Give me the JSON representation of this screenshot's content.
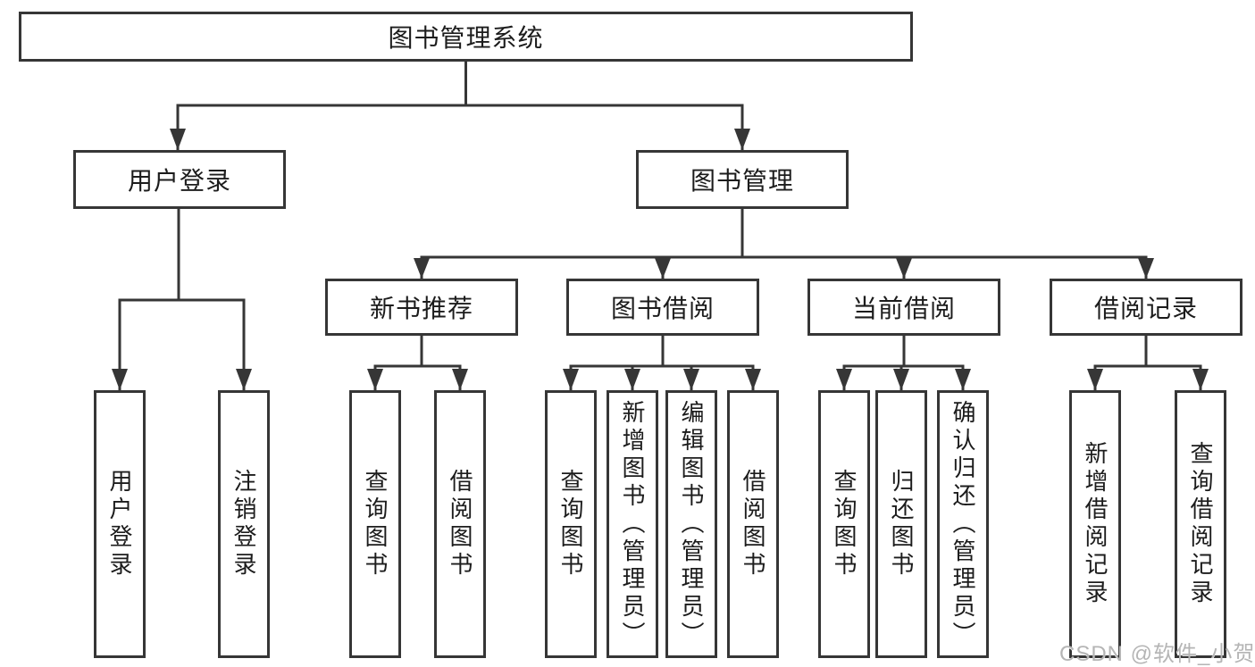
{
  "diagram": {
    "root": {
      "label": "图书管理系统"
    },
    "level2": [
      {
        "label": "用户登录"
      },
      {
        "label": "图书管理"
      }
    ],
    "level3": [
      {
        "label": "新书推荐"
      },
      {
        "label": "图书借阅"
      },
      {
        "label": "当前借阅"
      },
      {
        "label": "借阅记录"
      }
    ],
    "leaves": [
      {
        "label": "用户登录"
      },
      {
        "label": "注销登录"
      },
      {
        "label": "查询图书"
      },
      {
        "label": "借阅图书"
      },
      {
        "label": "查询图书"
      },
      {
        "label": "新增图书（管理员）"
      },
      {
        "label": "编辑图书（管理员）"
      },
      {
        "label": "借阅图书"
      },
      {
        "label": "查询图书"
      },
      {
        "label": "归还图书"
      },
      {
        "label": "确认归还（管理员）"
      },
      {
        "label": "新增借阅记录"
      },
      {
        "label": "查询借阅记录"
      }
    ],
    "watermark": "CSDN @软件_小贺同学",
    "colors": {
      "line": "#363636",
      "box_border": "#363636",
      "box_fill": "#ffffff",
      "text": "#1c1c1c",
      "watermark": "#b5b5b5"
    }
  }
}
